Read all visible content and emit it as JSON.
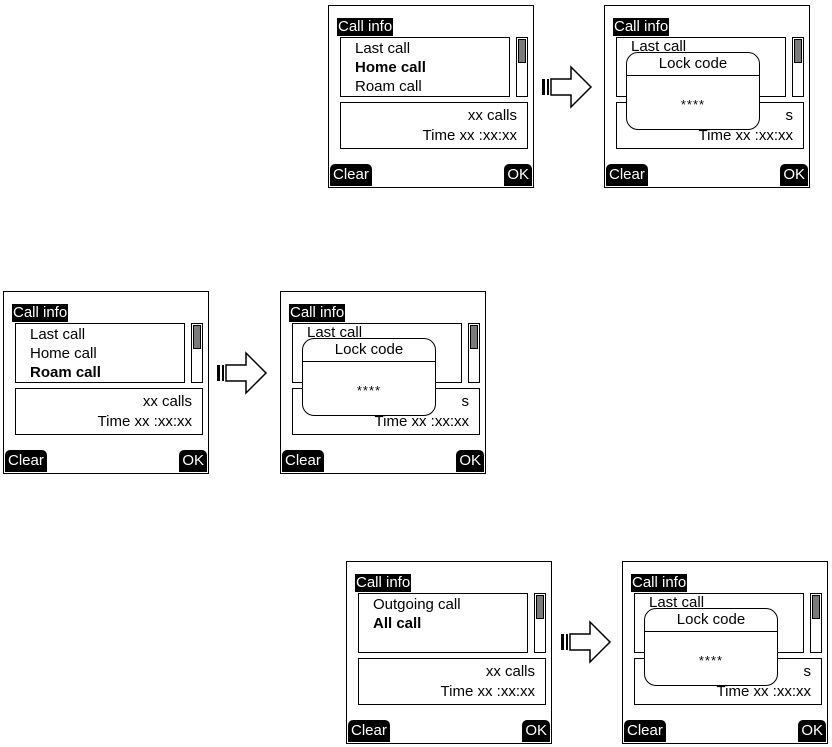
{
  "screens": {
    "labels": {
      "title": "Call info",
      "calls": "xx calls",
      "time": "Time  xx :xx:xx",
      "clear": "Clear",
      "ok": "OK",
      "lock_title": "Lock code",
      "lock_value": "****",
      "peek_last": "Last call",
      "peek_s": "s",
      "peek_time": "Time  xx :xx:xx"
    },
    "row1": {
      "items": [
        "Last call",
        "Home call",
        "Roam call"
      ],
      "selected": "Home call"
    },
    "row2": {
      "items": [
        "Last call",
        "Home call",
        "Roam call"
      ],
      "selected": "Roam call"
    },
    "row3": {
      "items": [
        "Outgoing call",
        "All call"
      ],
      "selected": "All call"
    }
  },
  "icons": {
    "arrow": "right-arrow-icon"
  }
}
